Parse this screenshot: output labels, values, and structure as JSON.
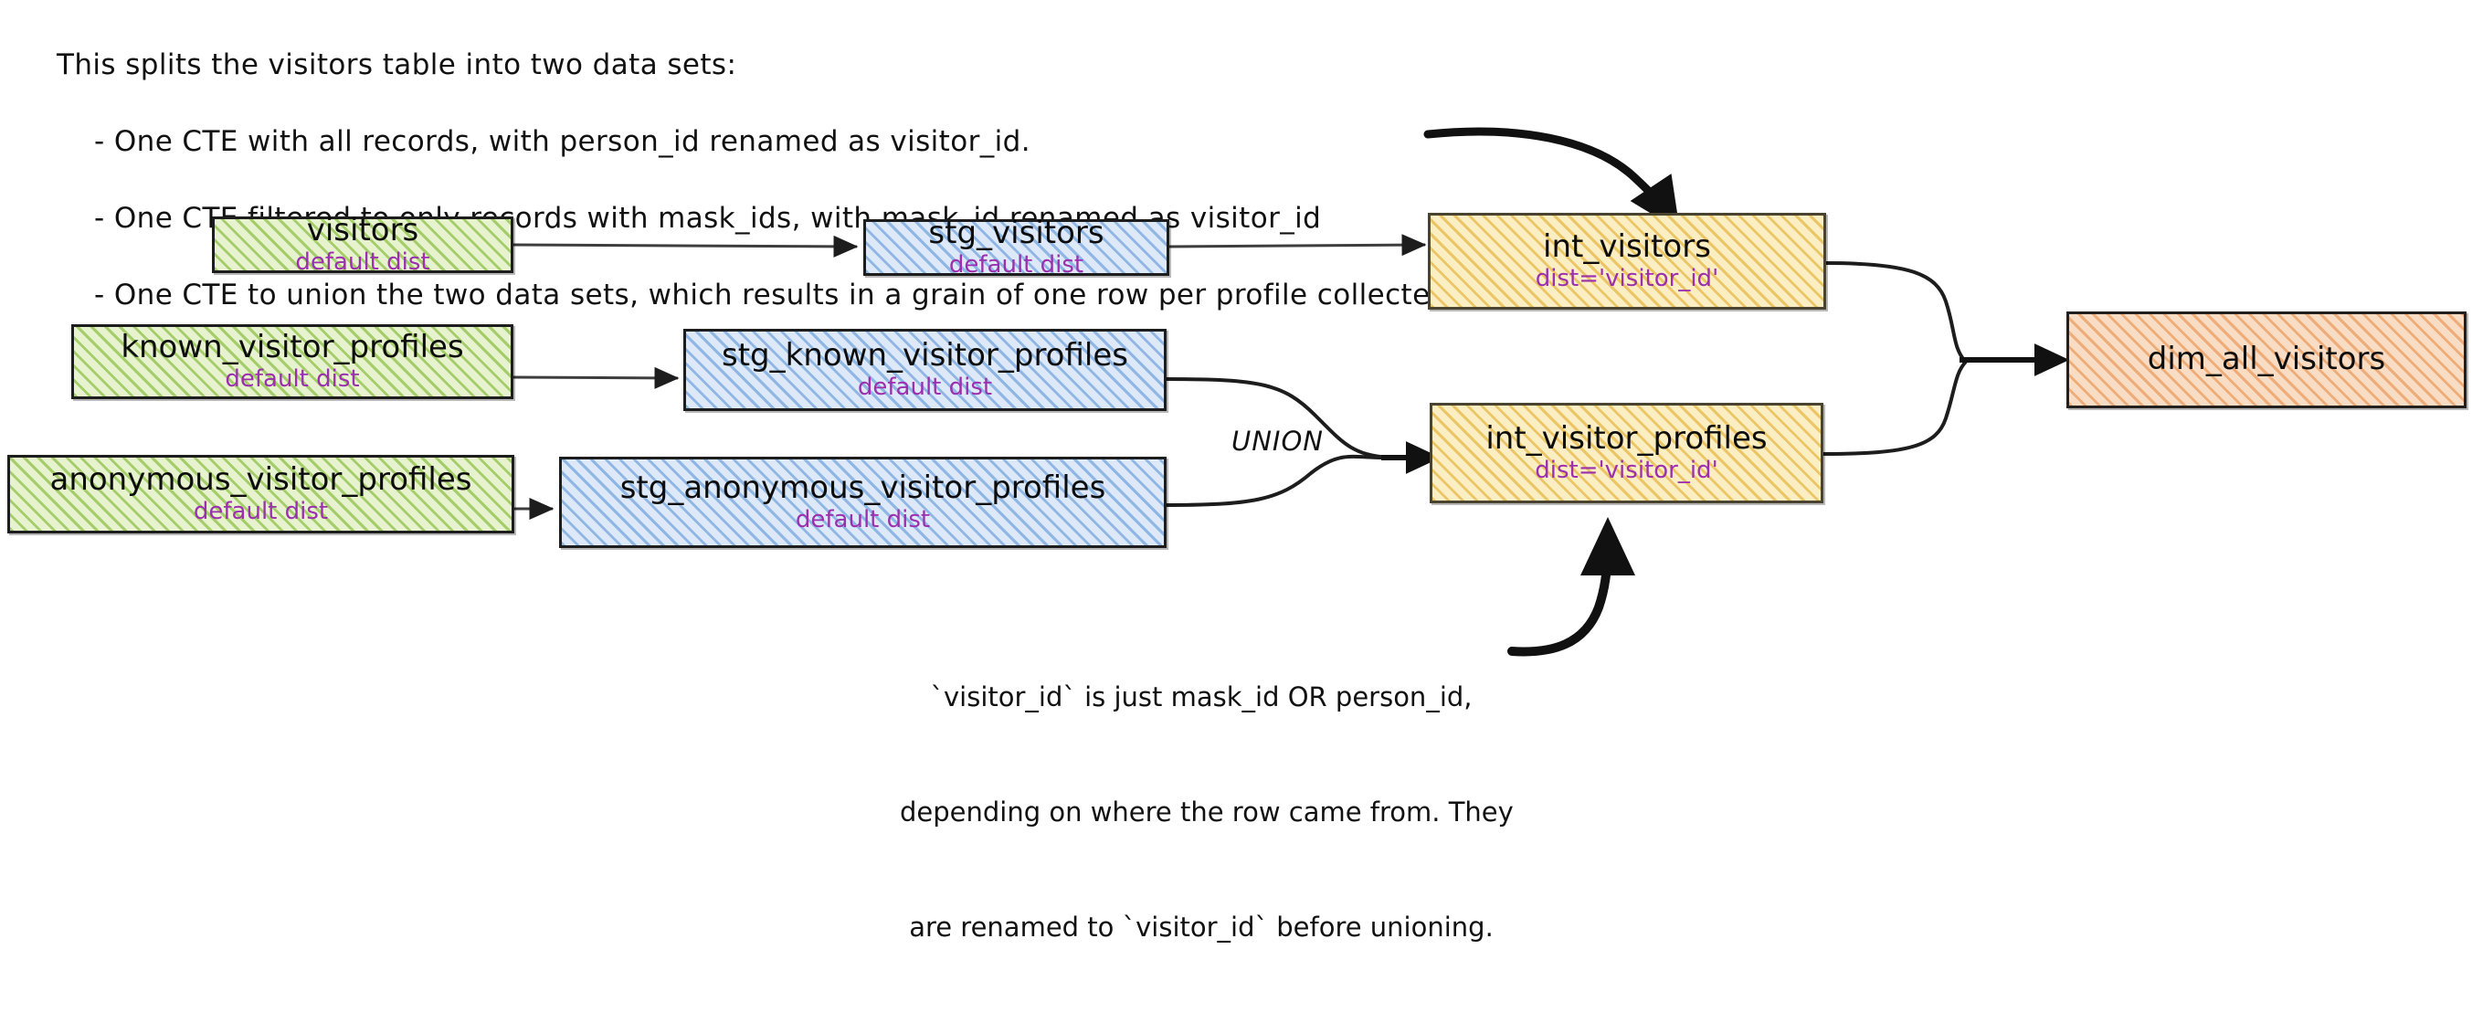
{
  "header": {
    "lines": [
      "This splits the visitors table into two data sets:",
      "    - One CTE with all records, with person_id renamed as visitor_id.",
      "    - One CTE filtered to only records with mask_ids, with mask_id renamed as visitor_id",
      "    - One CTE to union the two data sets, which results in a grain of one row per profile collected."
    ]
  },
  "nodes": {
    "visitors": {
      "title": "visitors",
      "sub": "default dist"
    },
    "known": {
      "title": "known_visitor_profiles",
      "sub": "default dist"
    },
    "anonymous": {
      "title": "anonymous_visitor_profiles",
      "sub": "default dist"
    },
    "stg_visitors": {
      "title": "stg_visitors",
      "sub": "default dist"
    },
    "stg_known": {
      "title": "stg_known_visitor_profiles",
      "sub": "default dist"
    },
    "stg_anonymous": {
      "title": "stg_anonymous_visitor_profiles",
      "sub": "default dist"
    },
    "int_visitors": {
      "title": "int_visitors",
      "sub": "dist='visitor_id'"
    },
    "int_profiles": {
      "title": "int_visitor_profiles",
      "sub": "dist='visitor_id'"
    },
    "dim_all": {
      "title": "dim_all_visitors",
      "sub": ""
    }
  },
  "edge_labels": {
    "union": "UNION"
  },
  "annotation": {
    "lines": [
      "`visitor_id` is just mask_id OR person_id,",
      "depending on where the row came from. They",
      "are renamed to `visitor_id` before unioning."
    ]
  },
  "colors": {
    "source_fill": "#e7f2ce",
    "source_stroke": "#7cb72e",
    "staging_fill": "#dde9f8",
    "staging_stroke": "#5c94d6",
    "intermediate_fill": "#fbeec3",
    "intermediate_stroke": "#e1ac28",
    "mart_fill": "#f8ddc4",
    "mart_stroke": "#e78c47",
    "dist_text": "#9b2fae",
    "edge": "#1d1d1d",
    "background": "#ffffff"
  }
}
